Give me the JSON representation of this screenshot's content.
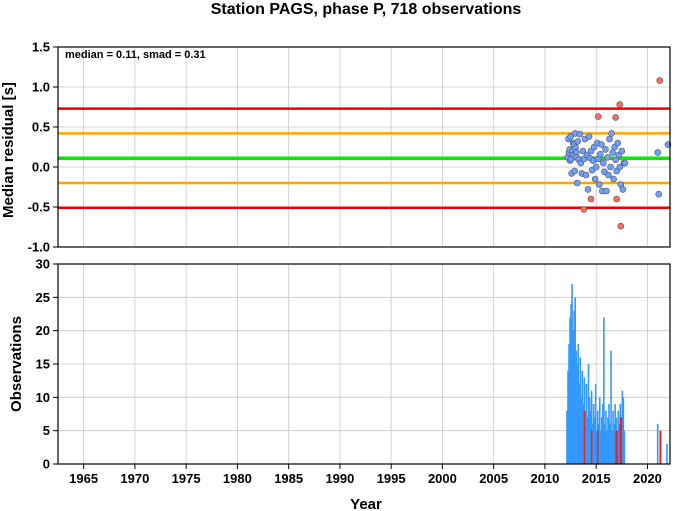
{
  "title": "Station PAGS, phase P, 718 observations",
  "annotation": "median = 0.11, smad = 0.31",
  "colors": {
    "median_line": "#00ee00",
    "smad_line": "#ffa500",
    "limit_line": "#ee0000",
    "point_normal": "#6fa0ff",
    "point_outlier": "#ff6a5a",
    "bar_normal": "#3399ff",
    "bar_outlier": "#ee2222",
    "grid": "#c8c8c8"
  },
  "chart_data": [
    {
      "type": "scatter",
      "xlabel": "",
      "ylabel": "Median residual [s]",
      "xlim": [
        1962.5,
        2022.2
      ],
      "ylim": [
        -1.0,
        1.5
      ],
      "yticks": [
        "1.5",
        "1.0",
        "0.5",
        "0.0",
        "-0.5",
        "-1.0"
      ],
      "grid": true,
      "hlines": [
        {
          "y": 0.11,
          "role": "median"
        },
        {
          "y": 0.42,
          "role": "smad"
        },
        {
          "y": -0.2,
          "role": "smad"
        },
        {
          "y": 0.73,
          "role": "limit"
        },
        {
          "y": -0.51,
          "role": "limit"
        }
      ],
      "series": [
        {
          "role": "normal",
          "points": [
            [
              2012.2,
              0.12
            ],
            [
              2012.3,
              0.35
            ],
            [
              2012.35,
              0.18
            ],
            [
              2012.4,
              0.22
            ],
            [
              2012.45,
              0.08
            ],
            [
              2012.5,
              0.38
            ],
            [
              2012.55,
              0.1
            ],
            [
              2012.6,
              -0.08
            ],
            [
              2012.7,
              0.2
            ],
            [
              2012.75,
              0.3
            ],
            [
              2012.8,
              0.15
            ],
            [
              2012.85,
              0.28
            ],
            [
              2012.9,
              -0.05
            ],
            [
              2012.95,
              0.42
            ],
            [
              2013.0,
              0.24
            ],
            [
              2013.05,
              0.18
            ],
            [
              2013.1,
              0.12
            ],
            [
              2013.15,
              -0.2
            ],
            [
              2013.2,
              0.32
            ],
            [
              2013.3,
              0.09
            ],
            [
              2013.4,
              0.41
            ],
            [
              2013.5,
              0.05
            ],
            [
              2013.6,
              -0.08
            ],
            [
              2013.7,
              0.2
            ],
            [
              2013.8,
              0.1
            ],
            [
              2013.9,
              0.35
            ],
            [
              2014.0,
              -0.1
            ],
            [
              2014.1,
              0.15
            ],
            [
              2014.2,
              -0.28
            ],
            [
              2014.3,
              0.38
            ],
            [
              2014.4,
              0.11
            ],
            [
              2014.5,
              0.2
            ],
            [
              2014.6,
              -0.04
            ],
            [
              2014.7,
              0.08
            ],
            [
              2014.8,
              0.25
            ],
            [
              2014.9,
              -0.15
            ],
            [
              2015.0,
              0.0
            ],
            [
              2015.1,
              0.3
            ],
            [
              2015.2,
              0.1
            ],
            [
              2015.3,
              -0.22
            ],
            [
              2015.4,
              0.16
            ],
            [
              2015.5,
              0.28
            ],
            [
              2015.6,
              -0.3
            ],
            [
              2015.7,
              0.05
            ],
            [
              2015.8,
              -0.06
            ],
            [
              2015.9,
              0.22
            ],
            [
              2016.0,
              -0.3
            ],
            [
              2016.1,
              0.12
            ],
            [
              2016.2,
              -0.1
            ],
            [
              2016.3,
              0.35
            ],
            [
              2016.4,
              0.0
            ],
            [
              2016.5,
              0.42
            ],
            [
              2016.6,
              0.18
            ],
            [
              2016.7,
              -0.15
            ],
            [
              2016.8,
              0.25
            ],
            [
              2016.9,
              0.09
            ],
            [
              2017.0,
              -0.05
            ],
            [
              2017.1,
              0.3
            ],
            [
              2017.2,
              0.15
            ],
            [
              2017.3,
              0.0
            ],
            [
              2017.4,
              -0.22
            ],
            [
              2017.5,
              0.2
            ],
            [
              2017.6,
              -0.28
            ],
            [
              2017.7,
              0.05
            ],
            [
              2017.8,
              0.05
            ],
            [
              2021.0,
              0.18
            ],
            [
              2021.1,
              -0.34
            ],
            [
              2022.0,
              0.28
            ]
          ]
        },
        {
          "role": "outlier",
          "points": [
            [
              2013.8,
              -0.53
            ],
            [
              2014.5,
              -0.4
            ],
            [
              2015.2,
              0.63
            ],
            [
              2016.9,
              0.62
            ],
            [
              2017.0,
              -0.4
            ],
            [
              2017.3,
              0.78
            ],
            [
              2017.4,
              -0.74
            ],
            [
              2021.2,
              1.08
            ]
          ]
        }
      ]
    },
    {
      "type": "bar",
      "xlabel": "Year",
      "ylabel": "Observations",
      "xlim": [
        1962.5,
        2022.2
      ],
      "ylim": [
        0,
        30
      ],
      "xticks": [
        "1965",
        "1970",
        "1975",
        "1980",
        "1985",
        "1990",
        "1995",
        "2000",
        "2005",
        "2010",
        "2015",
        "2020"
      ],
      "yticks": [
        "30",
        "25",
        "20",
        "15",
        "10",
        "5",
        "0"
      ],
      "grid": true,
      "series": [
        {
          "role": "normal",
          "points": [
            [
              2012.15,
              8
            ],
            [
              2012.25,
              14
            ],
            [
              2012.35,
              18
            ],
            [
              2012.45,
              22
            ],
            [
              2012.55,
              24
            ],
            [
              2012.65,
              27
            ],
            [
              2012.75,
              20
            ],
            [
              2012.85,
              23
            ],
            [
              2012.95,
              25
            ],
            [
              2013.05,
              17
            ],
            [
              2013.15,
              15
            ],
            [
              2013.25,
              18
            ],
            [
              2013.35,
              12
            ],
            [
              2013.45,
              16
            ],
            [
              2013.55,
              10
            ],
            [
              2013.65,
              14
            ],
            [
              2013.75,
              9
            ],
            [
              2013.85,
              13
            ],
            [
              2013.95,
              8
            ],
            [
              2014.05,
              12
            ],
            [
              2014.15,
              7
            ],
            [
              2014.25,
              15
            ],
            [
              2014.35,
              10
            ],
            [
              2014.45,
              8
            ],
            [
              2014.55,
              11
            ],
            [
              2014.65,
              6
            ],
            [
              2014.75,
              9
            ],
            [
              2014.85,
              7
            ],
            [
              2014.95,
              12
            ],
            [
              2015.05,
              5
            ],
            [
              2015.15,
              8
            ],
            [
              2015.25,
              6
            ],
            [
              2015.35,
              10
            ],
            [
              2015.45,
              5
            ],
            [
              2015.55,
              7
            ],
            [
              2015.65,
              9
            ],
            [
              2015.75,
              22
            ],
            [
              2015.85,
              6
            ],
            [
              2015.95,
              8
            ],
            [
              2016.05,
              5
            ],
            [
              2016.15,
              7
            ],
            [
              2016.25,
              9
            ],
            [
              2016.35,
              6
            ],
            [
              2016.45,
              17
            ],
            [
              2016.55,
              5
            ],
            [
              2016.65,
              8
            ],
            [
              2016.75,
              6
            ],
            [
              2016.85,
              9
            ],
            [
              2016.95,
              7
            ],
            [
              2017.05,
              5
            ],
            [
              2017.15,
              8
            ],
            [
              2017.25,
              6
            ],
            [
              2017.35,
              9
            ],
            [
              2017.45,
              7
            ],
            [
              2017.55,
              11
            ],
            [
              2017.65,
              10
            ],
            [
              2017.75,
              5
            ],
            [
              2021.0,
              6
            ],
            [
              2021.3,
              5
            ],
            [
              2021.9,
              3
            ]
          ]
        },
        {
          "role": "outlier",
          "points": [
            [
              2013.85,
              8
            ],
            [
              2014.55,
              5
            ],
            [
              2015.15,
              5
            ],
            [
              2016.95,
              5
            ],
            [
              2017.05,
              5
            ],
            [
              2017.35,
              7
            ],
            [
              2017.45,
              7
            ],
            [
              2021.25,
              5
            ]
          ]
        }
      ]
    }
  ]
}
